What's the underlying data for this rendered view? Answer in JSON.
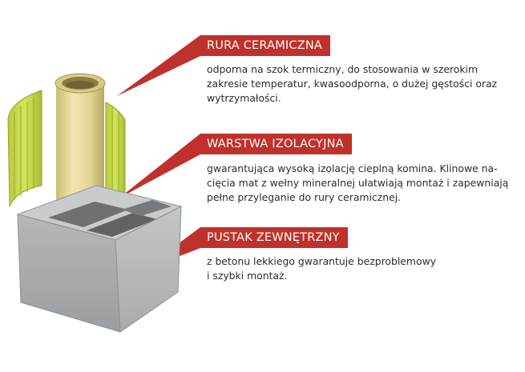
{
  "colors": {
    "accent": "#c0312b",
    "text": "#2b2b2b",
    "ceramic_pipe": "#e3d79a",
    "insulation": "#c7d94a",
    "concrete_block": "#a9adae"
  },
  "callouts": [
    {
      "title": "RURA CERAMICZNA",
      "lines": [
        "odporna na szok termiczny, do stosowania w szerokim",
        "zakresie temperatur, kwasoodporna, o dużej gęstości oraz",
        "wytrzymałości."
      ]
    },
    {
      "title": "WARSTWA IZOLACYJNA",
      "lines": [
        "gwarantująca wysoką izolację cieplną komina. Klinowe  na-",
        "cięcia mat z wełny mineralnej ułatwiają montaż i zapewniają",
        "pełne przyleganie do rury ceramicznej."
      ]
    },
    {
      "title": "PUSTAK ZEWNĘTRZNY",
      "lines": [
        "z betonu lekkiego gwarantuje bezproblemowy",
        "i szybki montaż."
      ]
    }
  ]
}
